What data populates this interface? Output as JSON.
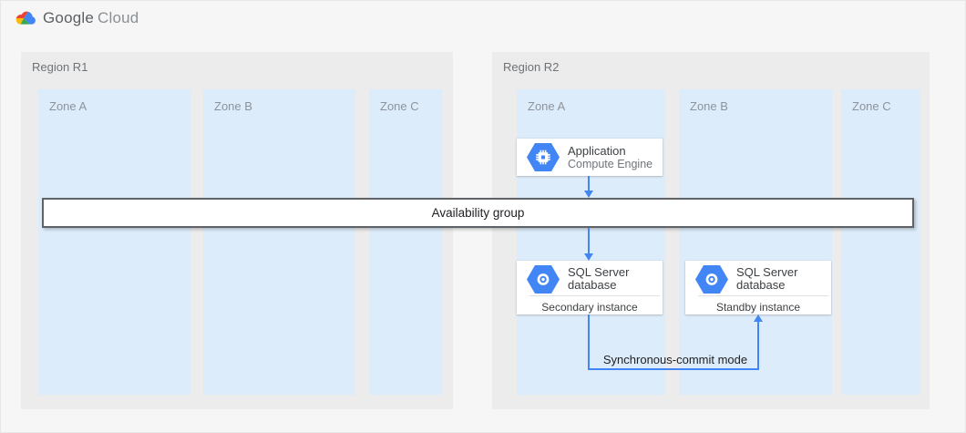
{
  "header": {
    "logo": {
      "google": "Google",
      "cloud": "Cloud"
    }
  },
  "regions": [
    {
      "label": "Region R1",
      "zones": [
        {
          "label": "Zone A"
        },
        {
          "label": "Zone B"
        },
        {
          "label": "Zone C"
        }
      ]
    },
    {
      "label": "Region R2",
      "zones": [
        {
          "label": "Zone A"
        },
        {
          "label": "Zone B"
        },
        {
          "label": "Zone C"
        }
      ]
    }
  ],
  "nodes": {
    "application": {
      "title": "Application",
      "subtitle": "Compute Engine",
      "icon": "compute-engine-icon"
    },
    "sql_secondary": {
      "title": "SQL Server database",
      "instance": "Secondary instance",
      "icon": "cloud-sql-icon"
    },
    "sql_standby": {
      "title": "SQL Server database",
      "instance": "Standby instance",
      "icon": "cloud-sql-icon"
    }
  },
  "availability_group": {
    "label": "Availability group"
  },
  "connections": {
    "sync_commit_label": "Synchronous-commit mode"
  },
  "colors": {
    "accent_blue": "#4285f4",
    "zone_fill": "#ddecfa",
    "region_fill": "#ececec",
    "page_bg": "#f6f6f6",
    "band_border": "#5f6368",
    "logo_red": "#ea4335",
    "logo_yellow": "#fbbc05",
    "logo_green": "#34a853",
    "logo_blue": "#4285f4"
  }
}
